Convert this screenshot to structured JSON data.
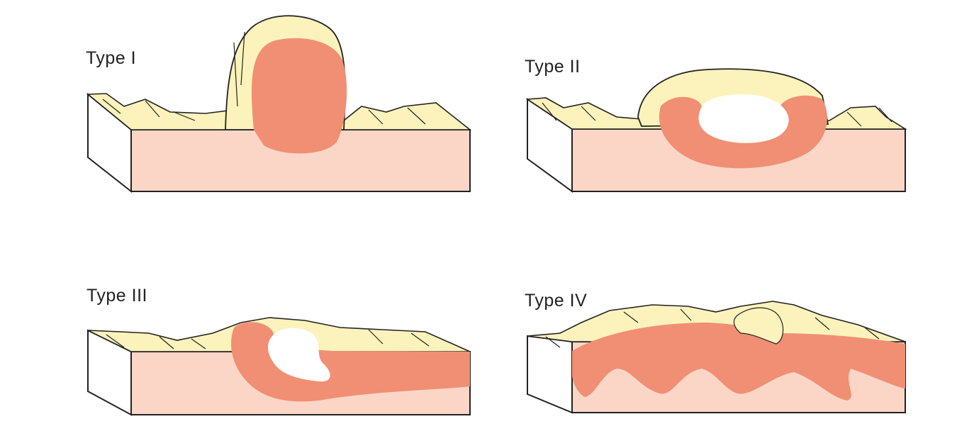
{
  "panels": [
    {
      "label": "Type I"
    },
    {
      "label": "Type II"
    },
    {
      "label": "Type III"
    },
    {
      "label": "Type IV"
    }
  ],
  "colors": {
    "substrate": "#fbd6c7",
    "growth": "#f08f73",
    "surface_film": "#fbf3bb",
    "outline": "#222222",
    "background": "#ffffff"
  }
}
